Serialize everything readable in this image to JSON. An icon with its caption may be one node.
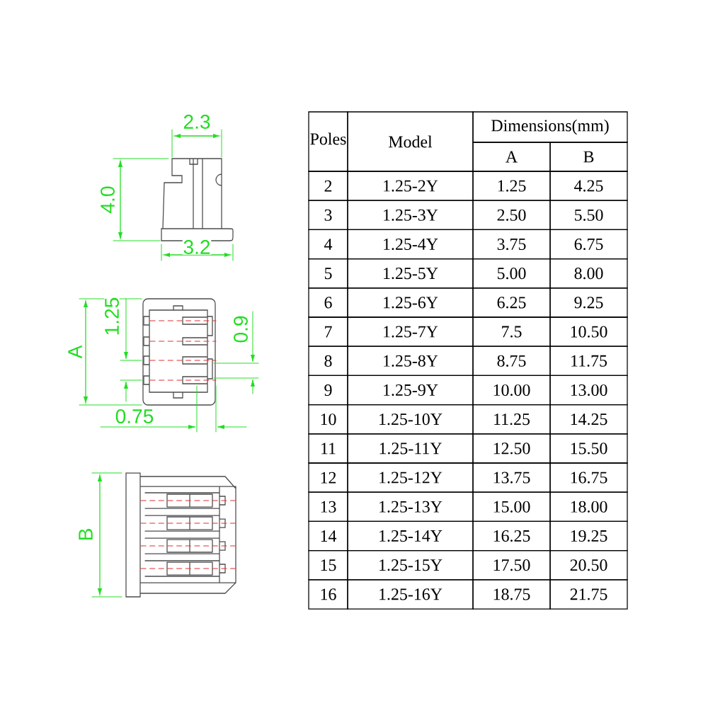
{
  "diagram": {
    "labels": [
      "2.3",
      "4.0",
      "3.2",
      "1.25",
      "0.9",
      "A",
      "0.75",
      "B",
      "Poles",
      "Model",
      "Dimensions(mm)",
      "A",
      "B",
      "2",
      "1.25-2Y",
      "1.25",
      "4.25",
      "3",
      "1.25-3Y",
      "2.50",
      "5.50",
      "4",
      "1.25-4Y",
      "3.75",
      "6.75",
      "5",
      "1.25-5Y",
      "5.00",
      "8.00",
      "6",
      "1.25-6Y",
      "6.25",
      "9.25",
      "7",
      "1.25-7Y",
      "7.5",
      "10.50",
      "8",
      "1.25-8Y",
      "8.75",
      "11.75",
      "9",
      "1.25-9Y",
      "10.00",
      "13.00",
      "10",
      "1.25-10Y",
      "11.25",
      "14.25",
      "11",
      "1.25-11Y",
      "12.50",
      "15.50",
      "12",
      "1.25-12Y",
      "13.75",
      "16.75",
      "13",
      "1.25-13Y",
      "15.00",
      "18.00",
      "14",
      "1.25-14Y",
      "16.25",
      "19.25",
      "15",
      "1.25-15Y",
      "17.50",
      "20.50",
      "16",
      "1.25-16Y",
      "18.75",
      "21.75"
    ]
  }
}
